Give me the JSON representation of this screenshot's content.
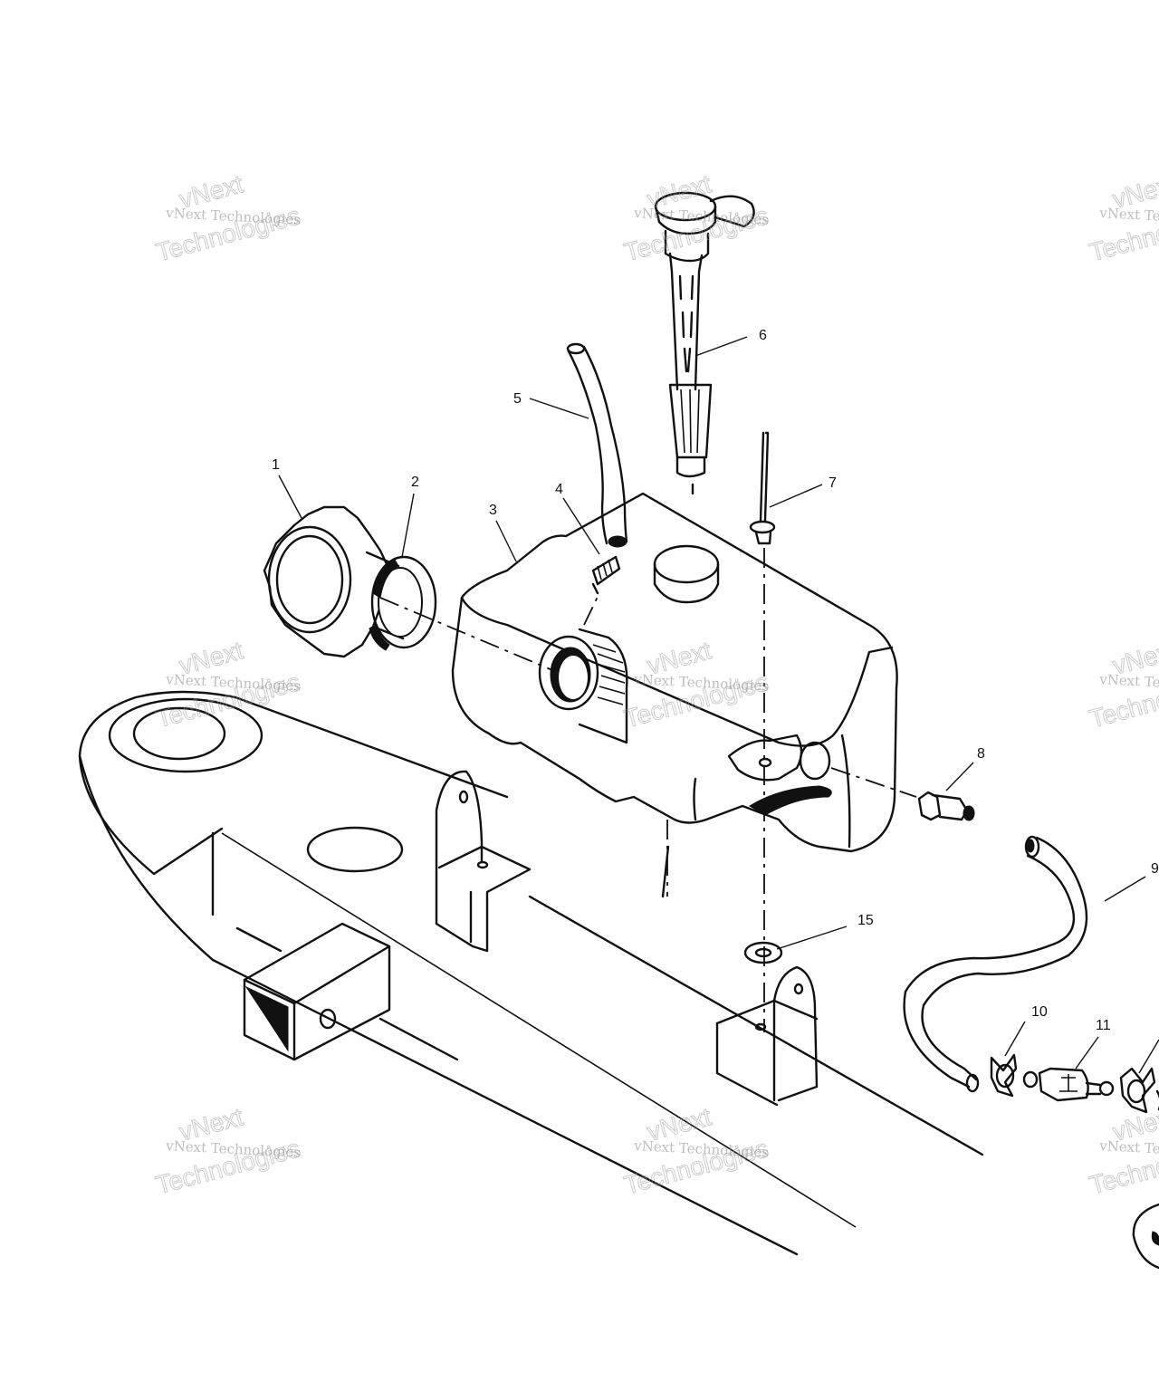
{
  "callouts": {
    "c1": "1",
    "c2": "2",
    "c3": "3",
    "c4": "4",
    "c5": "5",
    "c6": "6",
    "c7": "7",
    "c8": "8",
    "c9": "9",
    "c10": "10",
    "c11": "11",
    "c15": "15"
  },
  "watermark": {
    "line1": "vNext Technologies",
    "line2": "vNext",
    "line3": "Technologies"
  }
}
